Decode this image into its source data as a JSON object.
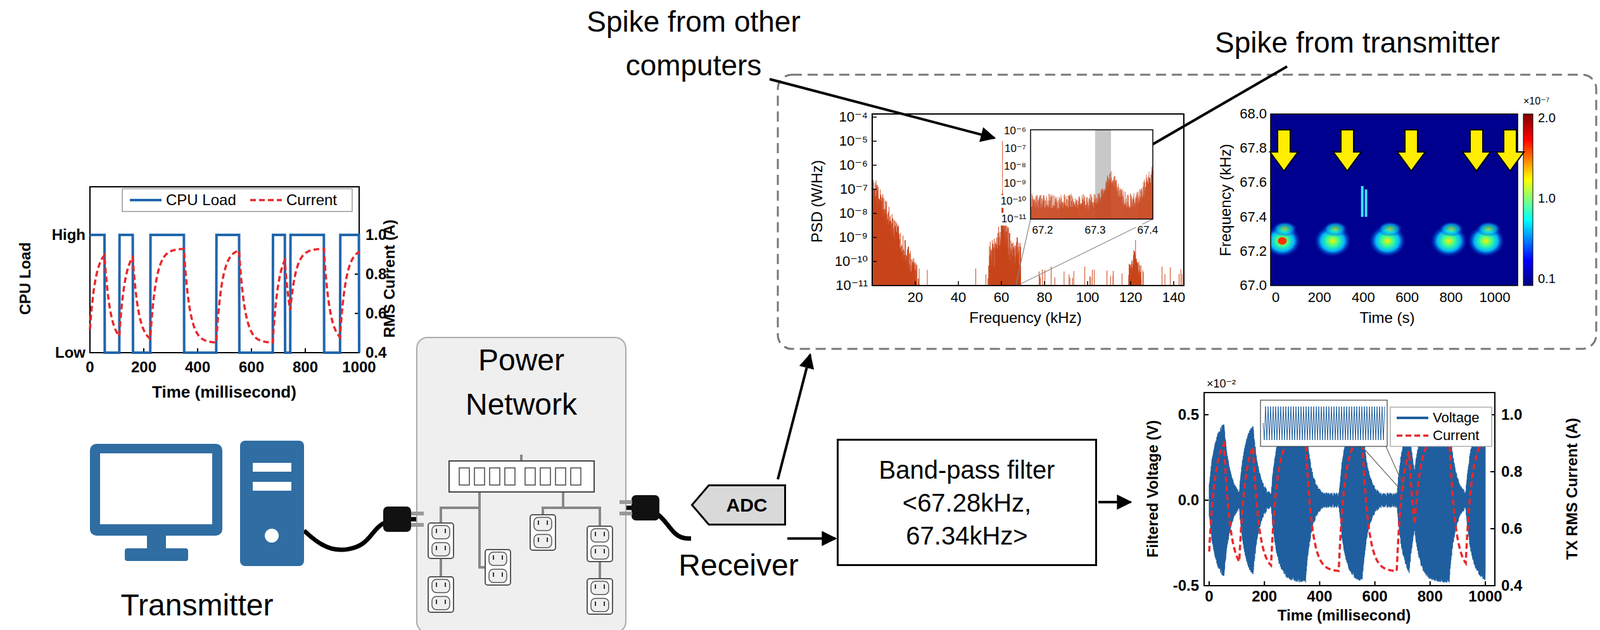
{
  "diagram": {
    "nodes": [
      {
        "text": [
          "Transmitter"
        ]
      },
      {
        "text": [
          "Power Network"
        ]
      },
      {
        "text": [
          "ADC",
          "Receiver"
        ]
      },
      {
        "text": [
          "Band-pass filter <67.28kHz, 67.34kHz>"
        ]
      }
    ],
    "edges": [
      {
        "from": 0,
        "to": 1,
        "arrow": "none"
      },
      {
        "from": 1,
        "to": 2,
        "arrow": "none"
      },
      {
        "from": 2,
        "to": 3,
        "arrow": "to"
      }
    ],
    "labels": [
      "High",
      "Low",
      "CPU Load",
      "1.0",
      "0.8",
      "0.6",
      "0.4",
      "RMS Current (A)",
      "0",
      "200",
      "400",
      "600",
      "800",
      "1000",
      "Time (millisecond)",
      "Spike from other computers",
      "Spike from transmitter",
      "PSD (W/Hz)",
      "10⁻⁴",
      "10⁻⁵",
      "10⁻⁶",
      "10⁻⁷",
      "10⁻⁸",
      "10⁻⁹",
      "10⁻¹⁰",
      "10⁻¹¹",
      "20",
      "40",
      "60",
      "80",
      "100",
      "120",
      "140",
      "Frequency (kHz)",
      "10⁻⁶",
      "10⁻⁷",
      "10⁻⁸",
      "10⁻⁹",
      "10⁻¹⁰",
      "10⁻¹¹",
      "67.2",
      "67.3",
      "67.4",
      "Frequency (kHz)",
      "68.0",
      "67.8",
      "67.6",
      "67.4",
      "67.2",
      "67.0",
      "0",
      "200",
      "400",
      "600",
      "800",
      "1000",
      "Time (s)",
      "×10⁻⁷",
      "2.0",
      "1.0",
      "0.1",
      "×10⁻²",
      "Filtered Voltage (V)",
      "0.5",
      "0.0",
      "-0.5",
      "TX RMS Current (A)",
      "1.0",
      "0.8",
      "0.6",
      "0.4",
      "0",
      "200",
      "400",
      "600",
      "800",
      "1000",
      "Time (millisecond)"
    ],
    "legend": [
      {
        "text": "CPU Load"
      },
      {
        "text": "Current"
      },
      {
        "text": "Voltage"
      },
      {
        "text": "Current"
      }
    ]
  }
}
